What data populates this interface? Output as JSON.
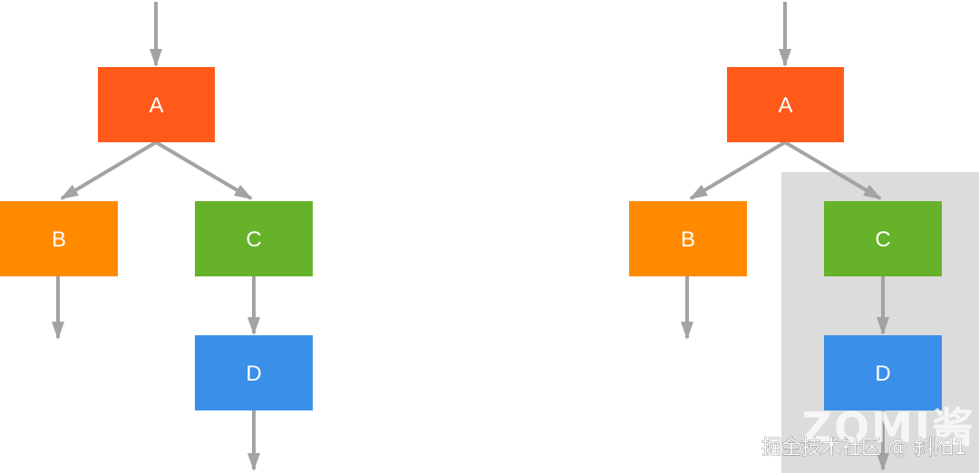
{
  "diagrams": [
    {
      "nodes": [
        {
          "id": "A",
          "label": "A",
          "color": "#ff5a1a"
        },
        {
          "id": "B",
          "label": "B",
          "color": "#ff8a00"
        },
        {
          "id": "C",
          "label": "C",
          "color": "#66b22a"
        },
        {
          "id": "D",
          "label": "D",
          "color": "#3a8fe8"
        }
      ],
      "edges": [
        {
          "from": "in",
          "to": "A"
        },
        {
          "from": "A",
          "to": "B"
        },
        {
          "from": "A",
          "to": "C"
        },
        {
          "from": "B",
          "to": "out"
        },
        {
          "from": "C",
          "to": "D"
        },
        {
          "from": "D",
          "to": "out"
        }
      ],
      "highlight_group": []
    },
    {
      "nodes": [
        {
          "id": "A",
          "label": "A",
          "color": "#ff5a1a"
        },
        {
          "id": "B",
          "label": "B",
          "color": "#ff8a00"
        },
        {
          "id": "C",
          "label": "C",
          "color": "#66b22a"
        },
        {
          "id": "D",
          "label": "D",
          "color": "#3a8fe8"
        }
      ],
      "edges": [
        {
          "from": "in",
          "to": "A"
        },
        {
          "from": "A",
          "to": "B"
        },
        {
          "from": "A",
          "to": "C"
        },
        {
          "from": "B",
          "to": "out"
        },
        {
          "from": "C",
          "to": "D"
        },
        {
          "from": "D",
          "to": "out"
        }
      ],
      "highlight_group": [
        "C",
        "D"
      ]
    }
  ],
  "colors": {
    "arrow": "#a3a3a3",
    "highlight": "#dcdcdc"
  },
  "watermark": {
    "text": "掘金技术社区 @ 斜阳1",
    "background_text": "ZOMI酱"
  }
}
